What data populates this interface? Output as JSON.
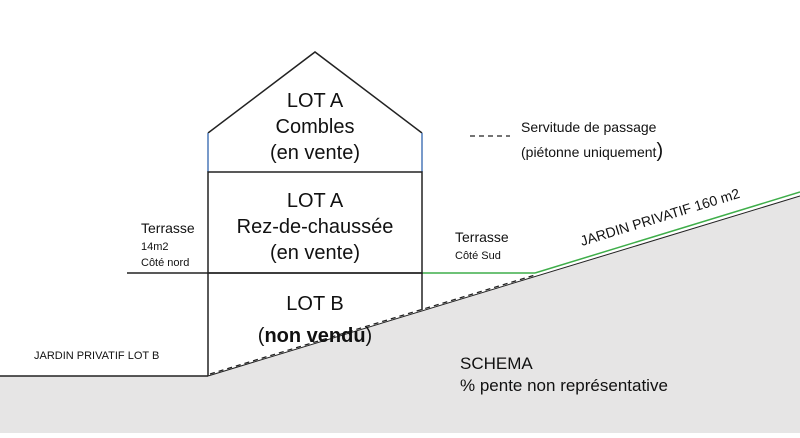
{
  "colors": {
    "ground_fill": "#e6e5e5",
    "structure_stroke": "#222222",
    "roof_side_stroke": "#4a78b8",
    "green_line": "#3fae4a",
    "text": "#111111"
  },
  "lots": {
    "combles": {
      "line1": "LOT A",
      "line2": "Combles",
      "line3": "(en vente)"
    },
    "rdc": {
      "line1": "LOT A",
      "line2": "Rez-de-chaussée",
      "line3": "(en vente)"
    },
    "lot_b": {
      "line1": "LOT B",
      "line2_open": "(",
      "line2_bold": "non vendu",
      "line2_close": ")"
    }
  },
  "legend": {
    "servitude_line1": "Servitude de passage",
    "servitude_line2": "(piétonne uniquement",
    "servitude_paren": ")"
  },
  "terrasse_nord": {
    "title": "Terrasse",
    "area": "14m2",
    "side": "Côté nord"
  },
  "terrasse_sud": {
    "title": "Terrasse",
    "side": "Côté Sud"
  },
  "jardin_prive_sud": "JARDIN PRIVATIF 160 m2",
  "jardin_prive_lot_b": "JARDIN PRIVATIF  LOT B",
  "schema": {
    "title": "SCHEMA",
    "subtitle": "% pente non représentative"
  }
}
